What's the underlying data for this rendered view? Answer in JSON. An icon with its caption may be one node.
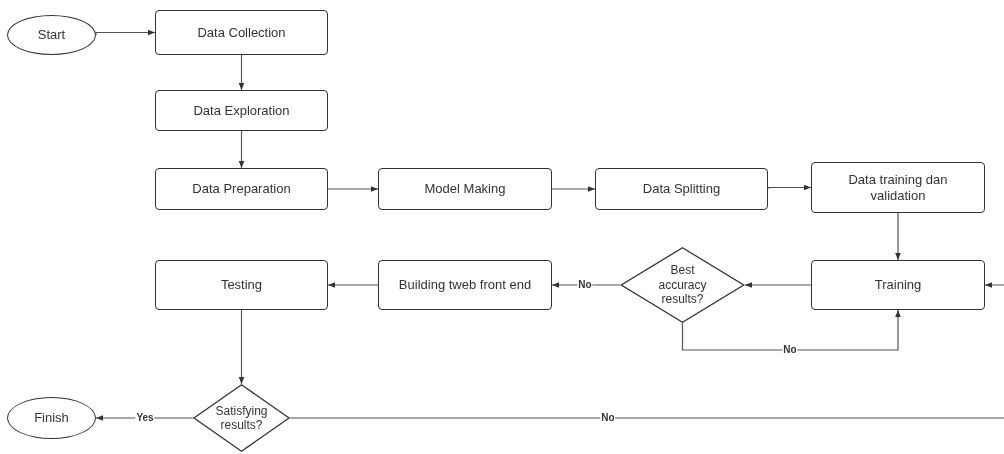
{
  "diagram": {
    "nodes": [
      {
        "text": [
          "Start"
        ]
      },
      {
        "text": [
          "Data Collection"
        ]
      },
      {
        "text": [
          "Data Exploration"
        ]
      },
      {
        "text": [
          "Data Preparation"
        ]
      },
      {
        "text": [
          "Model Making"
        ]
      },
      {
        "text": [
          "Data Splitting"
        ]
      },
      {
        "text": [
          "Data training dan validation"
        ]
      },
      {
        "text": [
          "Training"
        ]
      },
      {
        "text": [
          "Best accuracy results?"
        ]
      },
      {
        "text": [
          "Building tweb front end"
        ]
      },
      {
        "text": [
          "Testing"
        ]
      },
      {
        "text": [
          "Satisfying results?"
        ]
      },
      {
        "text": [
          "Finish"
        ]
      }
    ],
    "edges": [
      {
        "from": 0,
        "to": 1,
        "arrow": "to"
      },
      {
        "from": 1,
        "to": 2,
        "arrow": "to"
      },
      {
        "from": 2,
        "to": 3,
        "arrow": "to"
      },
      {
        "from": 3,
        "to": 4,
        "arrow": "to"
      },
      {
        "from": 4,
        "to": 5,
        "arrow": "to"
      },
      {
        "from": 5,
        "to": 6,
        "arrow": "to"
      },
      {
        "from": 6,
        "to": 7,
        "arrow": "to"
      },
      {
        "from": 7,
        "to": 8,
        "arrow": "to"
      },
      {
        "from": 8,
        "to": 9,
        "arrow": "to",
        "label": "No"
      },
      {
        "from": 8,
        "to": 7,
        "arrow": "to",
        "label": "No"
      },
      {
        "from": 9,
        "to": 10,
        "arrow": "to"
      },
      {
        "from": 10,
        "to": 11,
        "arrow": "to"
      },
      {
        "from": 11,
        "to": 12,
        "arrow": "to",
        "label": "Yes"
      },
      {
        "from": 11,
        "to": 7,
        "arrow": "to",
        "label": "No"
      }
    ]
  }
}
